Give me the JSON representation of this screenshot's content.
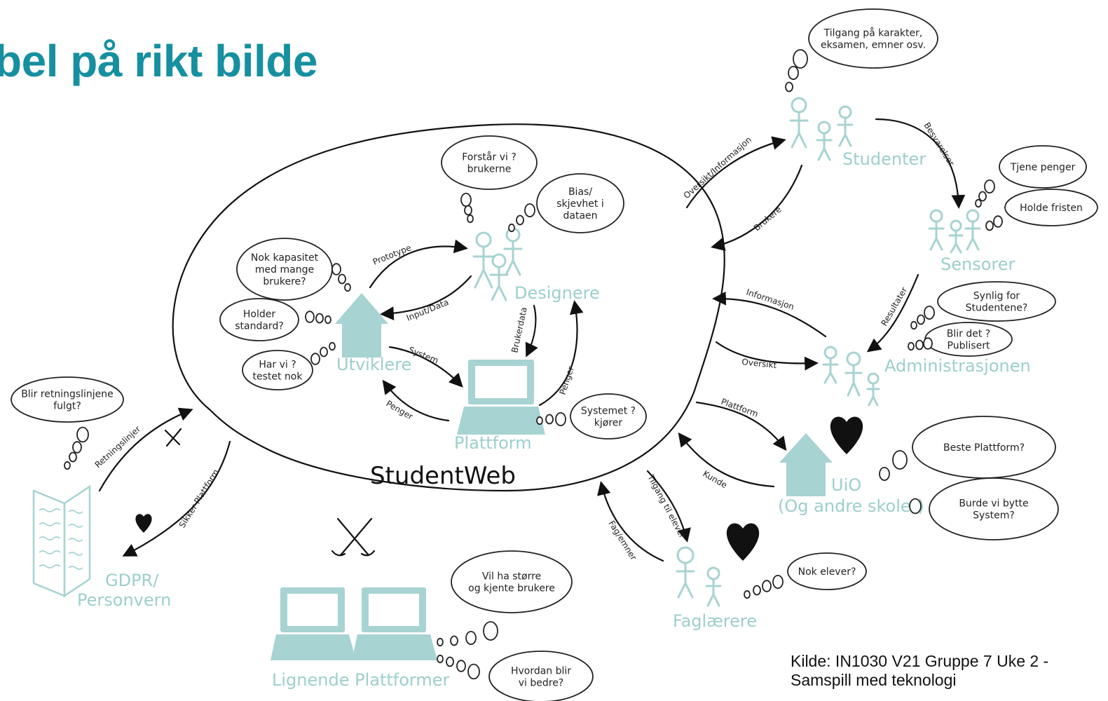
{
  "title": "bel på rikt bilde",
  "center_label": "StudentWeb",
  "actors": {
    "utviklere": "Utviklere",
    "designere": "Designere",
    "plattform": "Plattform",
    "studenter": "Studenter",
    "sensorer": "Sensorer",
    "administrasjonen": "Administrasjonen",
    "uio_line1": "UiO",
    "uio_line2": "(Og andre skoler)",
    "faglarere": "Faglærere",
    "gdpr_line1": "GDPR/",
    "gdpr_line2": "Personvern",
    "lignende": "Lignende Plattformer"
  },
  "bubbles": {
    "forstar": [
      "Forstår vi ?",
      "brukerne"
    ],
    "bias": [
      "Bias/",
      "skjevhet i",
      "dataen"
    ],
    "kapasitet": [
      "Nok kapasitet",
      "med mange",
      "brukere?"
    ],
    "holder": [
      "Holder",
      "standard?"
    ],
    "testet": [
      "Har vi ?",
      "testet nok"
    ],
    "systemet": [
      "Systemet ?",
      "kjører"
    ],
    "tilgang": [
      "Tilgang på karakter,",
      "eksamen, emner osv."
    ],
    "tjene": [
      "Tjene penger"
    ],
    "fristen": [
      "Holde fristen"
    ],
    "synlig": [
      "Synlig for",
      "Studentene?"
    ],
    "publisert": [
      "Blir det ?",
      "Publisert"
    ],
    "retningslinjer": [
      "Blir retningslinjene",
      "fulgt?"
    ],
    "beste": [
      "Beste Plattform?"
    ],
    "bytte": [
      "Burde vi bytte",
      "System?"
    ],
    "elever": [
      "Nok elever?"
    ],
    "storre": [
      "Vil ha større",
      "og kjente brukere"
    ],
    "bedre": [
      "Hvordan blir",
      "vi bedre?"
    ]
  },
  "arrows": {
    "prototype": "Prototype",
    "input": "Input/Data",
    "system": "System",
    "penger1": "Penger",
    "brukerdata": "Brukerdata",
    "penger2": "Penger",
    "oversikt_info": "Oversikt/Informasjon",
    "brukere": "Brukere",
    "besvarelser": "Besvarelser",
    "resultater": "Resultater",
    "informasjon": "Informasjon",
    "oversikt": "Oversikt",
    "plattform": "Plattform",
    "kunde": "Kunde",
    "tilgang_elever": "Tilgang til elever",
    "fag_emner": "Fag/emner",
    "retningslinjer": "Retningslinjer",
    "sikker": "Sikker Plattform"
  },
  "source": [
    "Kilde: IN1030 V21 Gruppe 7 Uke 2 -",
    "Samspill med teknologi"
  ],
  "colors": {
    "title": "#1690a0",
    "actor": "#a7d3d2",
    "ink": "#111111"
  },
  "icons": [
    "house-icon",
    "laptop-icon",
    "stick-figure-icon",
    "heart-icon",
    "crossed-swords-icon",
    "document-icon"
  ]
}
